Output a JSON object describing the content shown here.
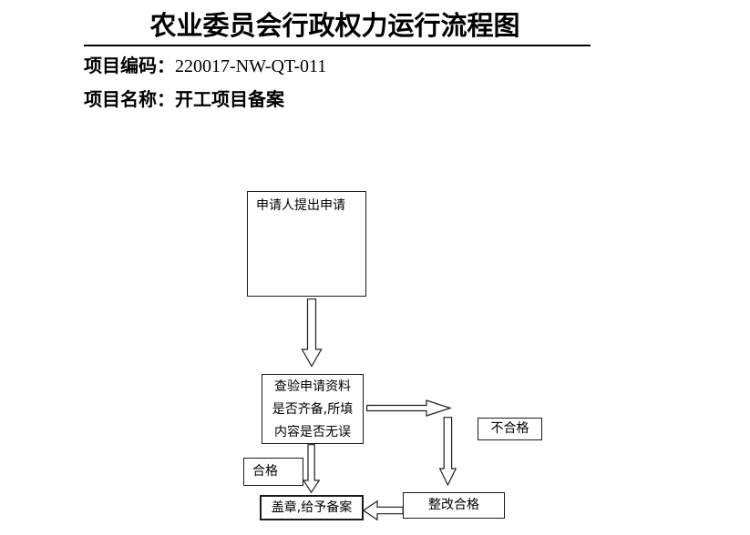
{
  "document": {
    "title": "农业委员会行政权力运行流程图",
    "meta": [
      {
        "label": "项目编码：",
        "value": "220017-NW-QT-011"
      },
      {
        "label": "项目名称：",
        "value": "开工项目备案"
      }
    ]
  },
  "flowchart": {
    "nodes": {
      "apply": {
        "text": "申请人提出申请"
      },
      "check": {
        "line1": "查验申请资料",
        "line2": "是否齐备,所填",
        "line3": "内容是否无误"
      },
      "unqualified": {
        "text": "不合格"
      },
      "qualified": {
        "text": "合格"
      },
      "rectify": {
        "text": "整改合格"
      },
      "stamp": {
        "text": "盖章,给予备案"
      }
    },
    "edges": [
      {
        "from": "apply",
        "to": "check",
        "arrow": "down"
      },
      {
        "from": "check",
        "to": "rectify",
        "arrow": "right-then-down",
        "label": "不合格"
      },
      {
        "from": "check",
        "to": "stamp",
        "arrow": "down",
        "label": "合格"
      },
      {
        "from": "rectify",
        "to": "stamp",
        "arrow": "left"
      }
    ],
    "colors": {
      "text": "#000000",
      "border": "#1a1a1a",
      "background": "#ffffff"
    }
  }
}
